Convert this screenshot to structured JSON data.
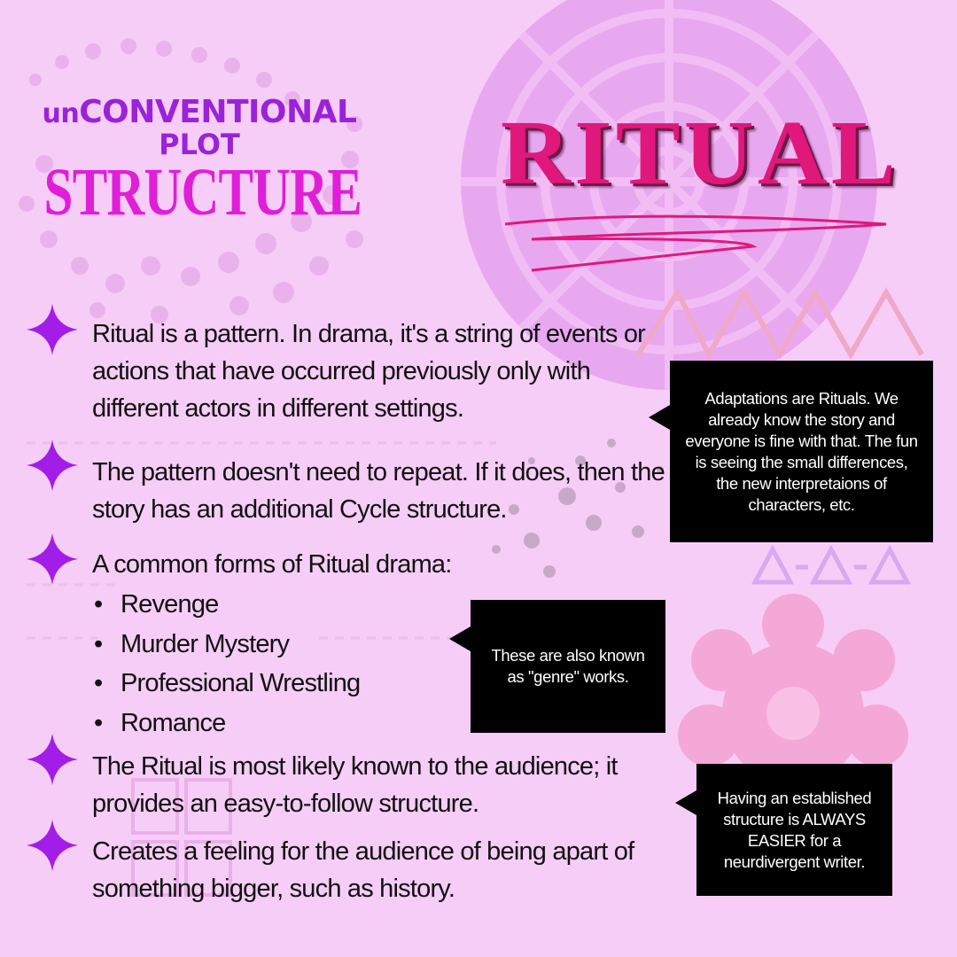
{
  "header": {
    "brand_prefix": "un",
    "brand_main": "CONVENTIONAL",
    "brand_line2": "PLOT",
    "brand_line3": "STRUCTURE"
  },
  "title": "RITUAL",
  "bullets": [
    {
      "text": "Ritual is a pattern. In drama, it's a string of events or actions that have occurred previously only with different actors in different settings."
    },
    {
      "text": "The pattern doesn't need to repeat. If it does, then the story has an additional Cycle structure."
    },
    {
      "text": "A common forms of Ritual drama:"
    },
    {
      "text": "The Ritual is most likely known to the audience; it provides an easy-to-follow structure."
    },
    {
      "text": "Creates a feeling for the audience of being apart of something bigger, such as history."
    }
  ],
  "forms": [
    "Revenge",
    "Murder Mystery",
    "Professional Wrestling",
    "Romance"
  ],
  "callouts": {
    "adaptations": "Adaptations are Rituals. We already know the story and everyone is fine with that. The fun is seeing the small differences, the new interpretaions of characters, etc.",
    "genre": "These are also known as \"genre\" works.",
    "established": "Having an established structure is ALWAYS EASIER for a neurdivergent writer."
  },
  "colors": {
    "background": "#f6cdf6",
    "accent_purple": "#9a22d8",
    "accent_magenta": "#e01ed8",
    "title_pink": "#e0187c",
    "star_purple": "#a21ee8",
    "callout_bg": "#000000"
  }
}
